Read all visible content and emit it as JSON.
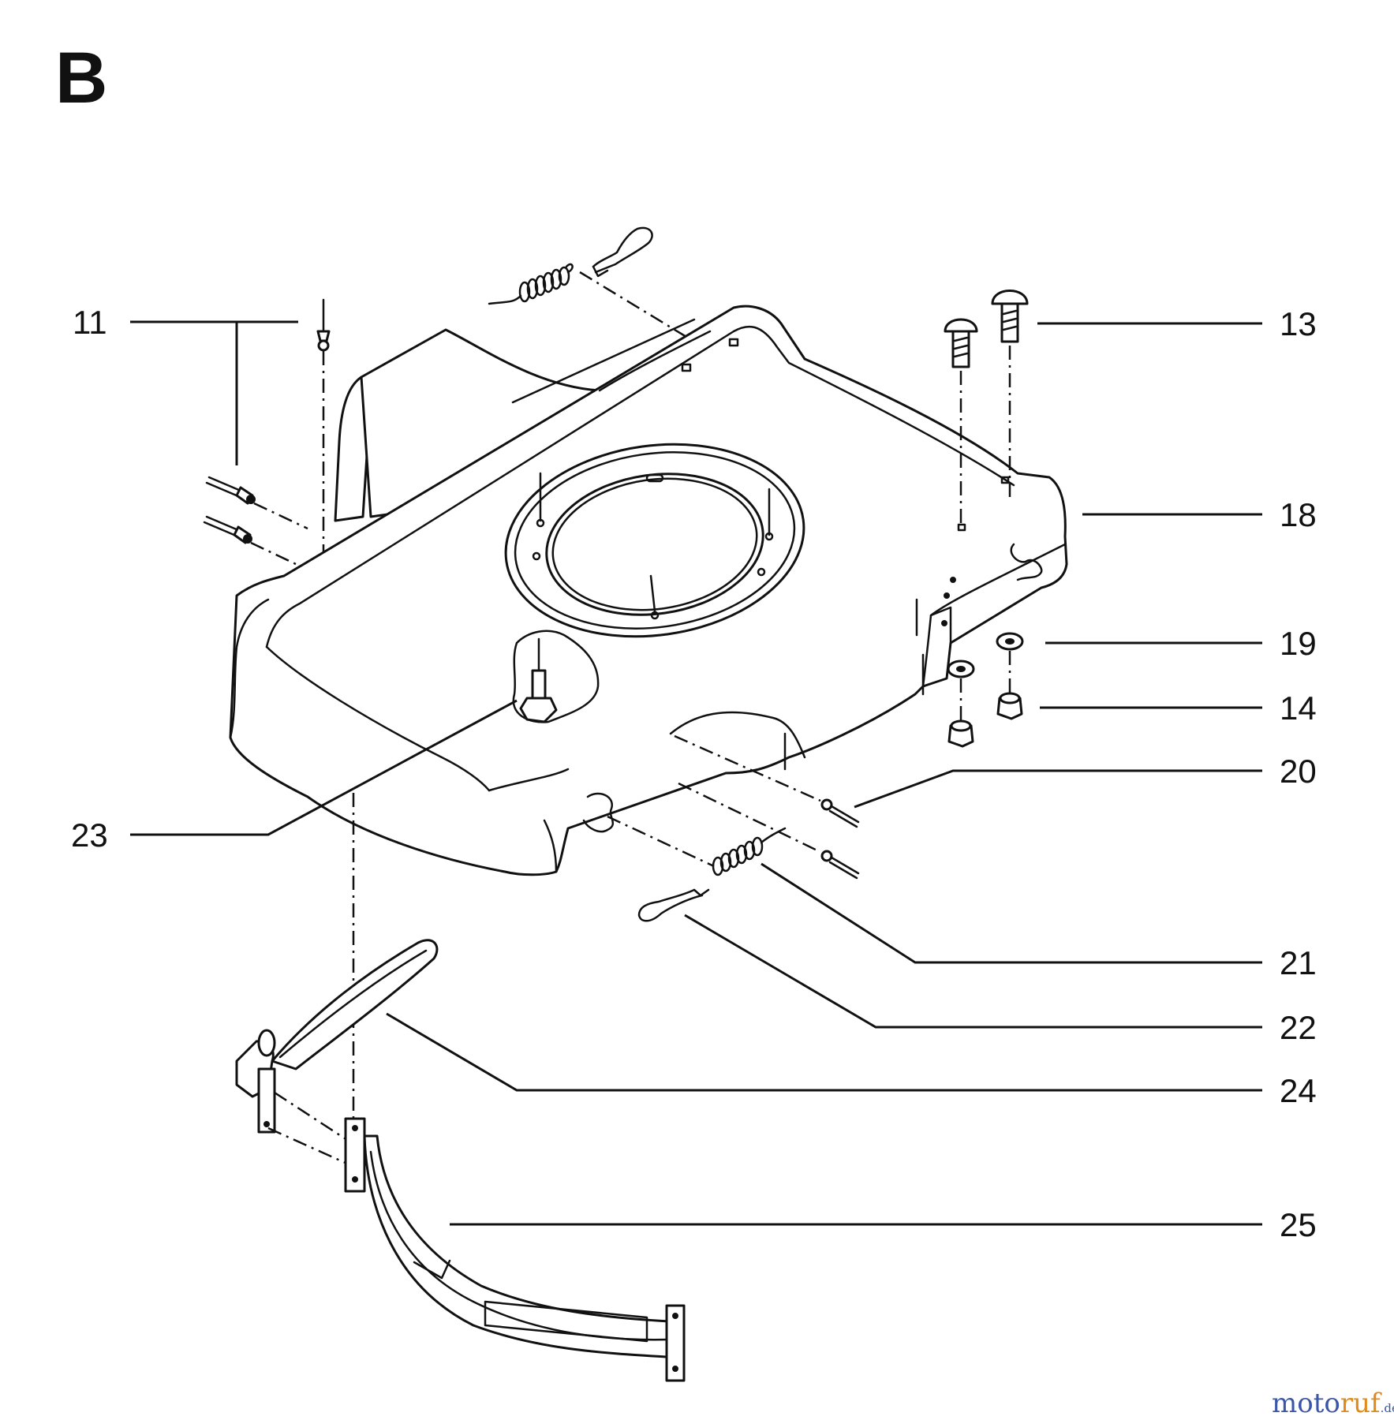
{
  "section_letter": "B",
  "callouts": [
    "11",
    "13",
    "18",
    "19",
    "14",
    "20",
    "23",
    "21",
    "22",
    "24",
    "25"
  ],
  "watermark": {
    "part1": "moto",
    "part2": "ruf",
    "suffix": ".de",
    "colors": {
      "blue": "#3a56a8",
      "orange": "#e08a1a"
    }
  },
  "icons": [
    "spring-icon",
    "hairpin-clip-icon",
    "carriage-bolt-icon",
    "washer-icon",
    "lock-nut-icon",
    "rivet-pin-icon",
    "bolt-icon"
  ]
}
